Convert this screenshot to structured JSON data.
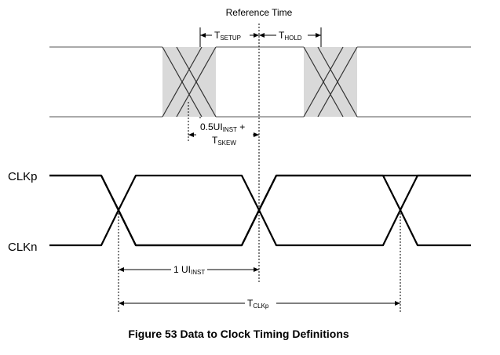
{
  "reference_label": "Reference Time",
  "t_setup": {
    "main": "T",
    "sub": "SETUP"
  },
  "t_hold": {
    "main": "T",
    "sub": "HOLD"
  },
  "half_ui_skew": {
    "line1_main": "0.5UI",
    "line1_sub": "INST",
    "line1_suffix": " +",
    "line2_main": "T",
    "line2_sub": "SKEW"
  },
  "signal_clkp": "CLKp",
  "signal_clkn": "CLKn",
  "ui_inst": {
    "main": "1 UI",
    "sub": "INST"
  },
  "t_clkp": {
    "main": "T",
    "sub": "CLKp"
  },
  "caption": "Figure 53 Data to Clock Timing Definitions"
}
